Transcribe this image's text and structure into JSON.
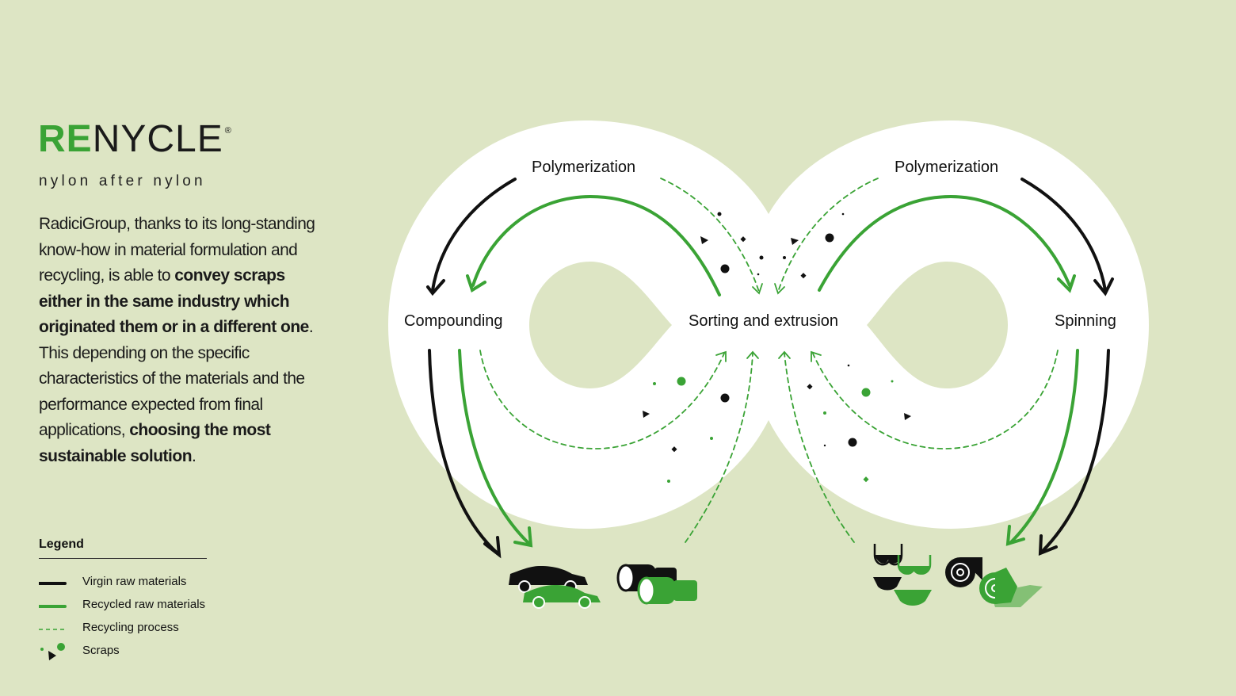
{
  "logo": {
    "re": "RE",
    "nycle": "NYCLE",
    "reg": "®"
  },
  "tagline": "nylon after nylon",
  "description": {
    "p1": "RadiciGroup, thanks to its long-standing know-how in material formulation and recycling, is able to ",
    "b1": "convey scraps either in the same industry which originated them or in a different one",
    "p2": ". This depending on the specific characteristics of the materials and the performance expected from final applications, ",
    "b2": "choosing the most sustainable solution",
    "p3": "."
  },
  "legend": {
    "title": "Legend",
    "items": [
      {
        "label": "Virgin raw materials",
        "style": "solid",
        "color": "#111111"
      },
      {
        "label": "Recycled raw materials",
        "style": "solid",
        "color": "#3aa335"
      },
      {
        "label": "Recycling process",
        "style": "dashed",
        "color": "#3aa335"
      },
      {
        "label": "Scraps",
        "style": "dots",
        "color": "#3aa335"
      }
    ]
  },
  "nodes": {
    "poly_left": "Polymerization",
    "poly_right": "Polymerization",
    "compounding": "Compounding",
    "sorting": "Sorting and extrusion",
    "spinning": "Spinning"
  },
  "icons": [
    "cars-icon",
    "plastic-parts-icon",
    "swimwear-icon",
    "fabric-rolls-icon"
  ],
  "colors": {
    "background": "#dde5c4",
    "green": "#3aa335",
    "black": "#111111",
    "loop": "#ffffff"
  }
}
